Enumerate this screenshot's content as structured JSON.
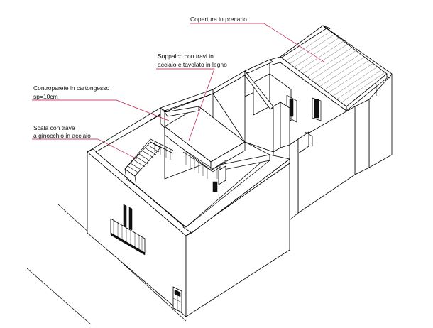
{
  "labels": {
    "copertura": [
      "Copertura in precario"
    ],
    "soppalco": [
      "Soppalco con travi in",
      "acciaio e tavolato in legno"
    ],
    "controparete": [
      "Controparete in cartongesso",
      "sp=10cm"
    ],
    "scala": [
      "Scala con trave",
      "a ginocchio in acciaio"
    ]
  },
  "colors": {
    "leader": "#c0143c",
    "line": "#000000",
    "background": "#ffffff"
  }
}
